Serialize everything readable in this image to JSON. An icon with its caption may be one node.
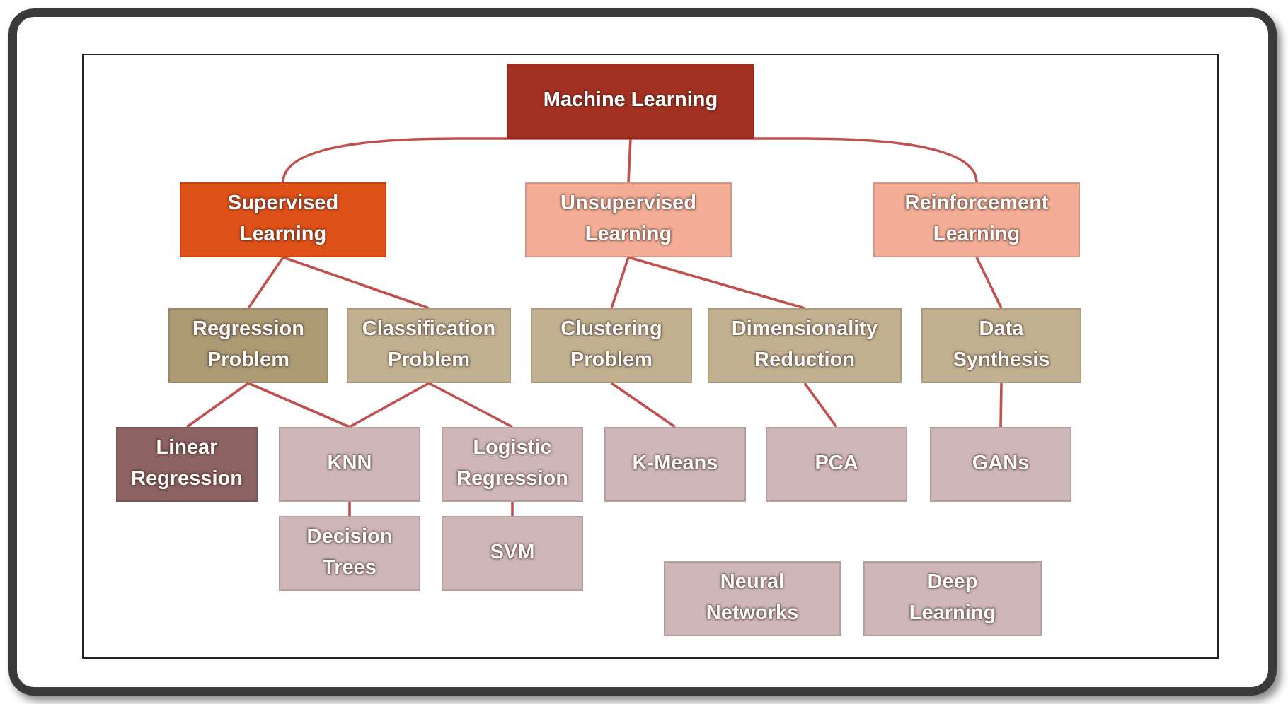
{
  "diagram": {
    "nodes": [
      {
        "text": [
          "Machine Learning"
        ]
      },
      {
        "text": [
          "Supervised Learning"
        ]
      },
      {
        "text": [
          "Unsupervised Learning"
        ]
      },
      {
        "text": [
          "Reinforcement Learning"
        ]
      },
      {
        "text": [
          "Regression Problem"
        ]
      },
      {
        "text": [
          "Classification Problem"
        ]
      },
      {
        "text": [
          "Clustering Problem"
        ]
      },
      {
        "text": [
          "Dimensionality Reduction"
        ]
      },
      {
        "text": [
          "Data Synthesis"
        ]
      },
      {
        "text": [
          "Linear Regression"
        ]
      },
      {
        "text": [
          "KNN"
        ]
      },
      {
        "text": [
          "Logistic Regression"
        ]
      },
      {
        "text": [
          "K-Means"
        ]
      },
      {
        "text": [
          "PCA"
        ]
      },
      {
        "text": [
          "GANs"
        ]
      },
      {
        "text": [
          "Decision Trees"
        ]
      },
      {
        "text": [
          "SVM"
        ]
      },
      {
        "text": [
          "Neural Networks"
        ]
      },
      {
        "text": [
          "Deep Learning"
        ]
      }
    ],
    "edges": [
      {
        "from": 0,
        "to": 1,
        "arrow": "none"
      },
      {
        "from": 0,
        "to": 2,
        "arrow": "none"
      },
      {
        "from": 0,
        "to": 3,
        "arrow": "none"
      },
      {
        "from": 1,
        "to": 4,
        "arrow": "none"
      },
      {
        "from": 1,
        "to": 5,
        "arrow": "none"
      },
      {
        "from": 2,
        "to": 6,
        "arrow": "none"
      },
      {
        "from": 2,
        "to": 7,
        "arrow": "none"
      },
      {
        "from": 3,
        "to": 8,
        "arrow": "none"
      },
      {
        "from": 4,
        "to": 9,
        "arrow": "none"
      },
      {
        "from": 4,
        "to": 10,
        "arrow": "none"
      },
      {
        "from": 5,
        "to": 10,
        "arrow": "none"
      },
      {
        "from": 5,
        "to": 11,
        "arrow": "none"
      },
      {
        "from": 6,
        "to": 12,
        "arrow": "none"
      },
      {
        "from": 7,
        "to": 13,
        "arrow": "none"
      },
      {
        "from": 8,
        "to": 14,
        "arrow": "none"
      },
      {
        "from": 10,
        "to": 15,
        "arrow": "none"
      },
      {
        "from": 11,
        "to": 16,
        "arrow": "none"
      }
    ]
  }
}
